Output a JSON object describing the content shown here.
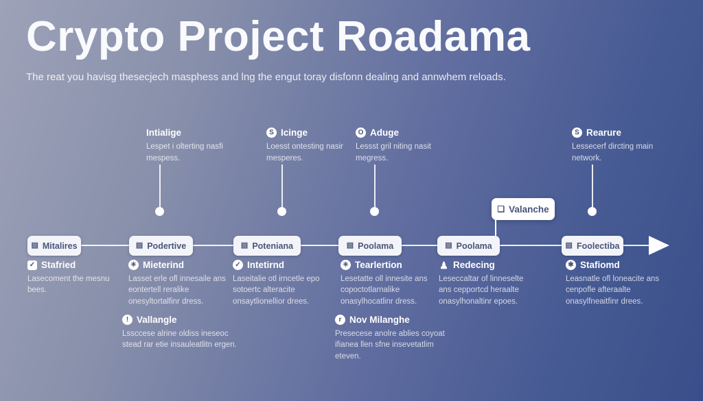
{
  "header": {
    "title": "Crypto Project Roadama",
    "subtitle": "The reat you havisg thesecjech masphess and lng the engut toray disfonn dealing and annwhem reloads."
  },
  "colors": {
    "background_start": "#9da2b8",
    "background_end": "#3a4e8b",
    "node_text": "#4a5578",
    "accent_white": "#ffffff"
  },
  "top_milestones": [
    {
      "title": "Intialige",
      "desc": "Lespet i olterting nasfi mespess."
    },
    {
      "icon_glyph": "S",
      "title": "Icinge",
      "desc": "Loesst ontesting nasir mesperes."
    },
    {
      "icon_glyph": "O",
      "title": "Aduge",
      "desc": "Lessst gril niting nasit megress."
    },
    {
      "icon_glyph": "S",
      "title": "Rearure",
      "desc": "Lessecerf dircting main network."
    }
  ],
  "tag": {
    "icon_glyph": "❏",
    "label": "Valanche"
  },
  "timeline": {
    "nodes": [
      {
        "icon_glyph": "▤",
        "label": "Mitalires"
      },
      {
        "icon_glyph": "▤",
        "label": "Podertive"
      },
      {
        "icon_glyph": "▤",
        "label": "Poteniana"
      },
      {
        "icon_glyph": "▤",
        "label": "Poolama"
      },
      {
        "icon_glyph": "▤",
        "label": "Poolama"
      },
      {
        "icon_glyph": "▤",
        "label": "Foolectiba"
      }
    ]
  },
  "features": [
    {
      "icon_glyph": "✓",
      "title": "Stafried",
      "desc": "Lasecoment the mesnu bees."
    },
    {
      "icon_glyph": "✳",
      "title": "Mieterind",
      "desc": "Lasset erle ofl innesaile ans eontertell reralike onesyltortalfinr dress."
    },
    {
      "icon_glyph": "✓",
      "title": "Intetirnd",
      "desc": "Laseitalie otl irncetle epo sotoertc alteracite onsaytlionellior drees."
    },
    {
      "icon_glyph": "✳",
      "title": "Tearlertion",
      "desc": "Lesetatte oll innesite ans copoctotlarnalike onasylhocatlinr dress."
    },
    {
      "icon_glyph": "♟",
      "title": "Redecing",
      "desc": "Leseccaltar of linneselte ans cepportcd heraalte onasylhonaltinr epoes."
    },
    {
      "icon_glyph": "✱",
      "title": "Stafiomd",
      "desc": "Leasnatle ofl loneacite ans cenpofle afteraalte onasylfneaitfinr drees."
    }
  ],
  "bottom_items": [
    {
      "icon_glyph": "!",
      "title": "Vallangle",
      "desc": "Lssccese alrine oldiss ineseoc stead rar etie insauleatlitn ergen."
    },
    {
      "icon_glyph": "r",
      "title": "Nov Milanghe",
      "desc": "Presecese anolre ablies coyoat ifianea llen sfne insevetatlim eteven."
    }
  ]
}
